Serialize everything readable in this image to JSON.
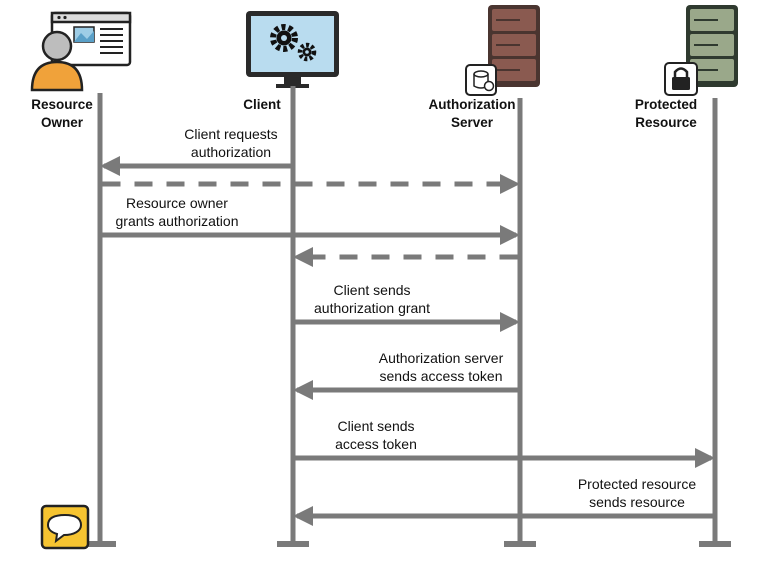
{
  "actors": [
    {
      "id": "resource-owner",
      "label_lines": [
        "Resource",
        "Owner"
      ],
      "icon": "person-with-browser-icon"
    },
    {
      "id": "client",
      "label_lines": [
        "Client"
      ],
      "icon": "monitor-gears-icon"
    },
    {
      "id": "authorization-server",
      "label_lines": [
        "Authorization",
        "Server"
      ],
      "icon": "server-with-badge-icon"
    },
    {
      "id": "protected-resource",
      "label_lines": [
        "Protected",
        "Resource"
      ],
      "icon": "server-with-lock-icon"
    }
  ],
  "messages": [
    {
      "from": "client",
      "to": "resource-owner",
      "style": "solid",
      "label_lines": [
        "Client requests",
        "authorization"
      ]
    },
    {
      "from": "resource-owner",
      "to": "authorization-server",
      "style": "dashed",
      "label_lines": []
    },
    {
      "from": "resource-owner",
      "to": "authorization-server",
      "style": "solid",
      "label_lines": [
        "Resource owner",
        "grants authorization"
      ]
    },
    {
      "from": "authorization-server",
      "to": "client",
      "style": "dashed",
      "label_lines": []
    },
    {
      "from": "client",
      "to": "authorization-server",
      "style": "solid",
      "label_lines": [
        "Client sends",
        "authorization grant"
      ]
    },
    {
      "from": "authorization-server",
      "to": "client",
      "style": "solid",
      "label_lines": [
        "Authorization server",
        "sends access token"
      ]
    },
    {
      "from": "client",
      "to": "protected-resource",
      "style": "solid",
      "label_lines": [
        "Client sends",
        "access token"
      ]
    },
    {
      "from": "protected-resource",
      "to": "client",
      "style": "solid",
      "label_lines": [
        "Protected resource",
        "sends resource"
      ]
    }
  ],
  "colors": {
    "lifeline": "#7a7a7a",
    "owner_orange": "#f0a23a",
    "auth_server_brown": "#8a5a50",
    "protected_server_green": "#9aa88a",
    "monitor_screen": "#b9dcef",
    "chat_yellow": "#f6c431"
  },
  "footer_icon": "speech-bubble-icon"
}
